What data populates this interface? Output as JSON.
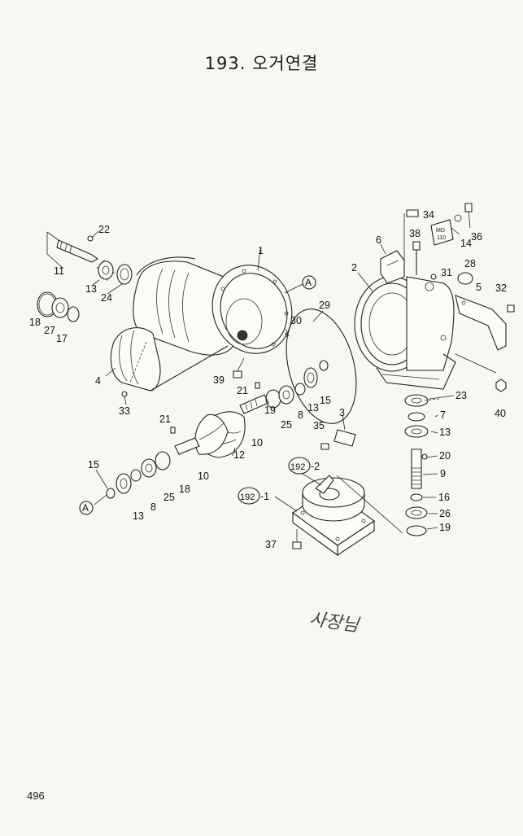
{
  "page": {
    "title": "193. 오거연결",
    "number": "496",
    "handwriting": "사장님"
  },
  "callouts": [
    {
      "id": "c22",
      "text": "22"
    },
    {
      "id": "c11",
      "text": "11"
    },
    {
      "id": "c13a",
      "text": "13"
    },
    {
      "id": "c24",
      "text": "24"
    },
    {
      "id": "c1",
      "text": "1"
    },
    {
      "id": "cA1",
      "text": "A"
    },
    {
      "id": "c18a",
      "text": "18"
    },
    {
      "id": "c27",
      "text": "27"
    },
    {
      "id": "c17",
      "text": "17"
    },
    {
      "id": "c4",
      "text": "4"
    },
    {
      "id": "c33",
      "text": "33"
    },
    {
      "id": "c39",
      "text": "39"
    },
    {
      "id": "c30",
      "text": "30"
    },
    {
      "id": "c29",
      "text": "29"
    },
    {
      "id": "c2",
      "text": "2"
    },
    {
      "id": "c6",
      "text": "6"
    },
    {
      "id": "c34",
      "text": "34"
    },
    {
      "id": "c38",
      "text": "38"
    },
    {
      "id": "c14",
      "text": "14"
    },
    {
      "id": "c36",
      "text": "36"
    },
    {
      "id": "c28",
      "text": "28"
    },
    {
      "id": "c31",
      "text": "31"
    },
    {
      "id": "c5",
      "text": "5"
    },
    {
      "id": "c32",
      "text": "32"
    },
    {
      "id": "c40",
      "text": "40"
    },
    {
      "id": "c21a",
      "text": "21"
    },
    {
      "id": "c19a",
      "text": "19"
    },
    {
      "id": "c25a",
      "text": "25"
    },
    {
      "id": "c8a",
      "text": "8"
    },
    {
      "id": "c13b",
      "text": "13"
    },
    {
      "id": "c15a",
      "text": "15"
    },
    {
      "id": "c10a",
      "text": "10"
    },
    {
      "id": "c12",
      "text": "12"
    },
    {
      "id": "c21b",
      "text": "21"
    },
    {
      "id": "c10b",
      "text": "10"
    },
    {
      "id": "c18b",
      "text": "18"
    },
    {
      "id": "c25b",
      "text": "25"
    },
    {
      "id": "c8b",
      "text": "8"
    },
    {
      "id": "c13c",
      "text": "13"
    },
    {
      "id": "c15b",
      "text": "15"
    },
    {
      "id": "cA2",
      "text": "A"
    },
    {
      "id": "c3",
      "text": "3"
    },
    {
      "id": "c35",
      "text": "35"
    },
    {
      "id": "c23",
      "text": "23"
    },
    {
      "id": "c7",
      "text": "7"
    },
    {
      "id": "c13d",
      "text": "13"
    },
    {
      "id": "c20",
      "text": "20"
    },
    {
      "id": "c9",
      "text": "9"
    },
    {
      "id": "c16",
      "text": "16"
    },
    {
      "id": "c26",
      "text": "26"
    },
    {
      "id": "c19b",
      "text": "19"
    },
    {
      "id": "c192_2",
      "text": "192"
    },
    {
      "id": "c192_2s",
      "text": "-2"
    },
    {
      "id": "c192_1",
      "text": "192"
    },
    {
      "id": "c192_1s",
      "text": "-1"
    },
    {
      "id": "c37",
      "text": "37"
    }
  ]
}
